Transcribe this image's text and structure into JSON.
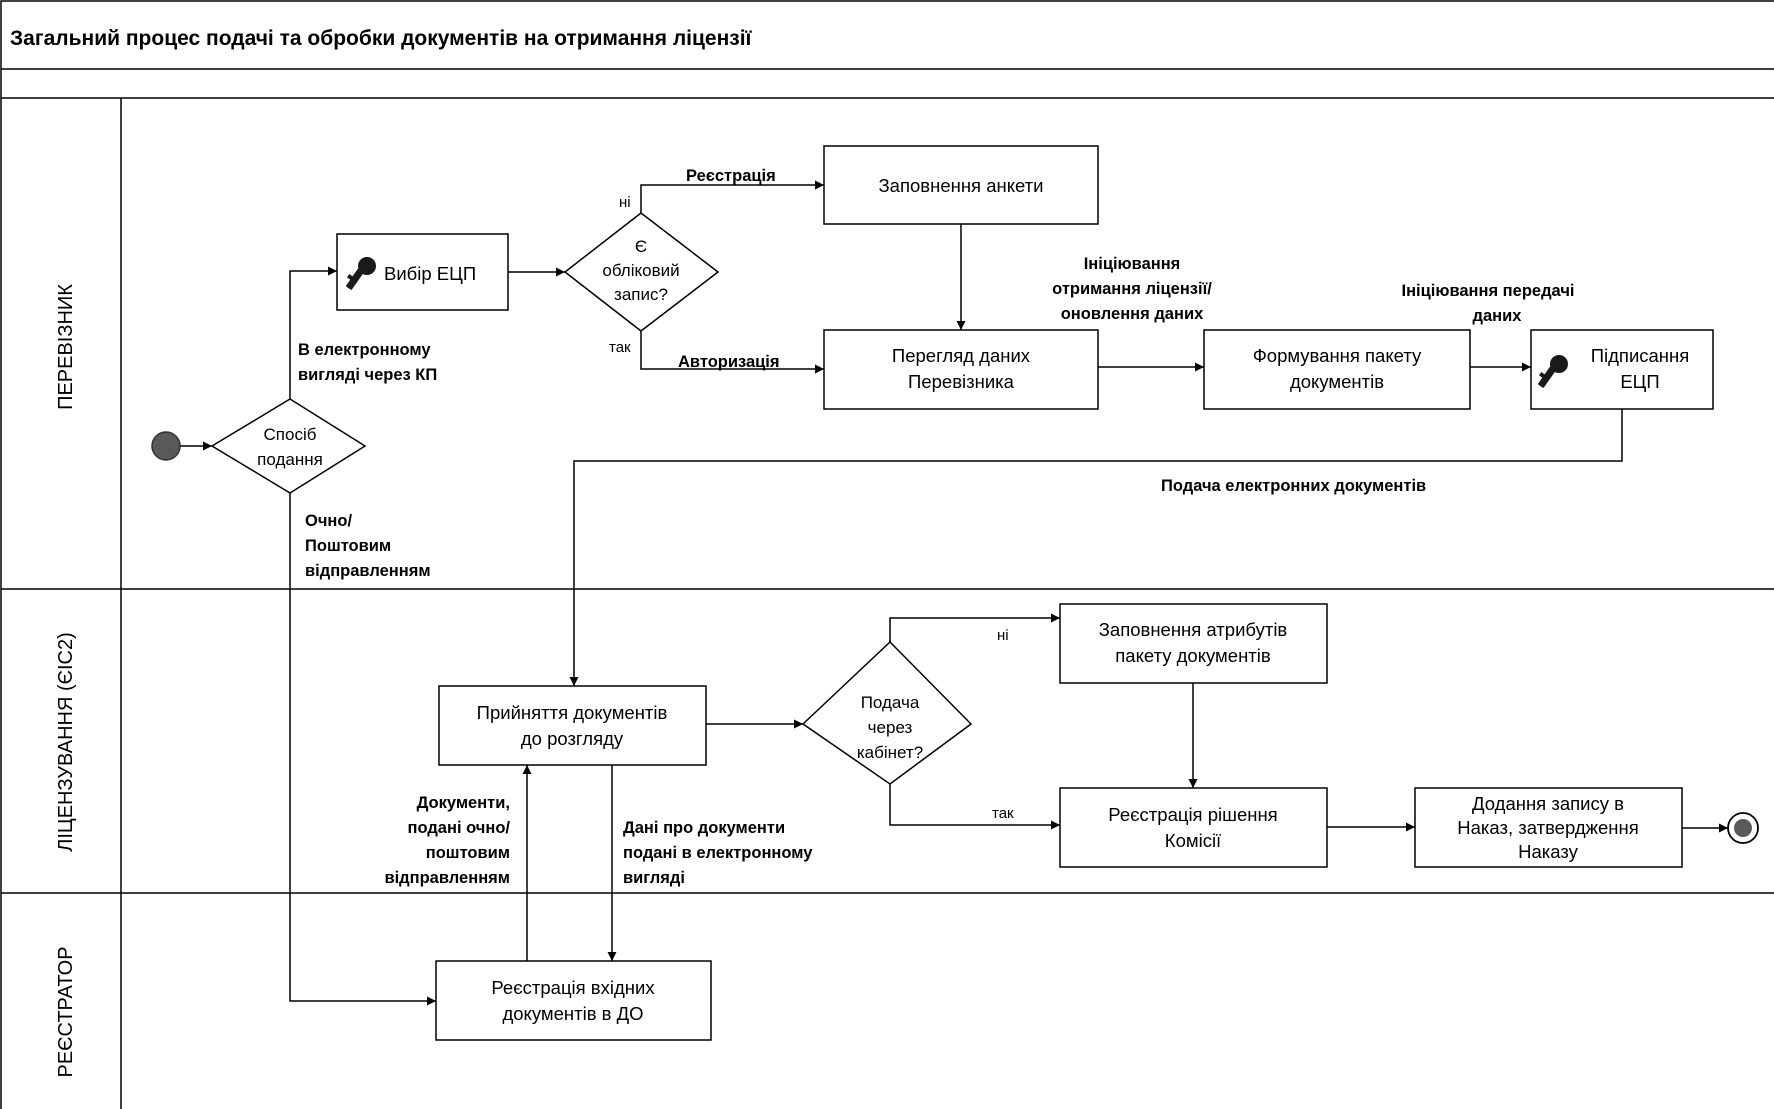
{
  "title": "Загальний процес подачі та обробки документів на отримання ліцензії",
  "lanes": {
    "carrier": "ПЕРЕВІЗНИК",
    "licensing": "ЛІЦЕНЗУВАННЯ (ЄІС2)",
    "registrar": "РЕЄСТРАТОР"
  },
  "nodes": {
    "choose_signature": "Вибір ЕЦП",
    "fill_form": "Заповнення анкети",
    "view_carrier_data": [
      "Перегляд даних",
      "Перевізника"
    ],
    "form_package": [
      "Формування пакету",
      "документів"
    ],
    "sign_signature": [
      "Підписання",
      "ЕЦП"
    ],
    "accept_docs": [
      "Прийняття документів",
      "до розгляду"
    ],
    "fill_attributes": [
      "Заповнення атрибутів",
      "пакету документів"
    ],
    "register_decision": [
      "Реєстрація рішення",
      "Комісії"
    ],
    "add_record": [
      "Додання запису в",
      "Наказ, затвердження",
      "Наказу"
    ],
    "register_incoming": [
      "Реєстрація вхідних",
      "документів в ДО"
    ]
  },
  "decisions": {
    "submission_method": [
      "Спосіб",
      "подання"
    ],
    "account_exists": [
      "Є",
      "обліковий",
      "запис?"
    ],
    "via_cabinet": [
      "Подача",
      "через",
      "кабінет?"
    ]
  },
  "labels": {
    "no_1": "ні",
    "yes_1": "так",
    "registration": "Реєстрація",
    "authorization": "Авторизація",
    "electronic_via_cabinet": [
      "В електронному",
      "вигляді через КП"
    ],
    "in_person_post": [
      "Очно/",
      "Поштовим",
      "відправленням"
    ],
    "initiate_license": [
      "Ініціювання",
      "отримання ліцензії/",
      "оновлення даних"
    ],
    "initiate_transfer": [
      "Ініціювання передачі",
      "даних"
    ],
    "submit_electronic": "Подача електронних документів",
    "no_2": "ні",
    "yes_2": "так",
    "docs_in_person": [
      "Документи,",
      "подані очно/",
      "поштовим",
      "відправленням"
    ],
    "docs_electronic": [
      "Дані про документи",
      "подані в електронному",
      "вигляді"
    ]
  },
  "icons": {
    "key_1": "key-icon",
    "key_2": "key-icon",
    "start": "start-event-icon",
    "end": "end-event-icon"
  },
  "colors": {
    "line": "#000000",
    "start_fill": "#595959",
    "background": "#ffffff"
  }
}
